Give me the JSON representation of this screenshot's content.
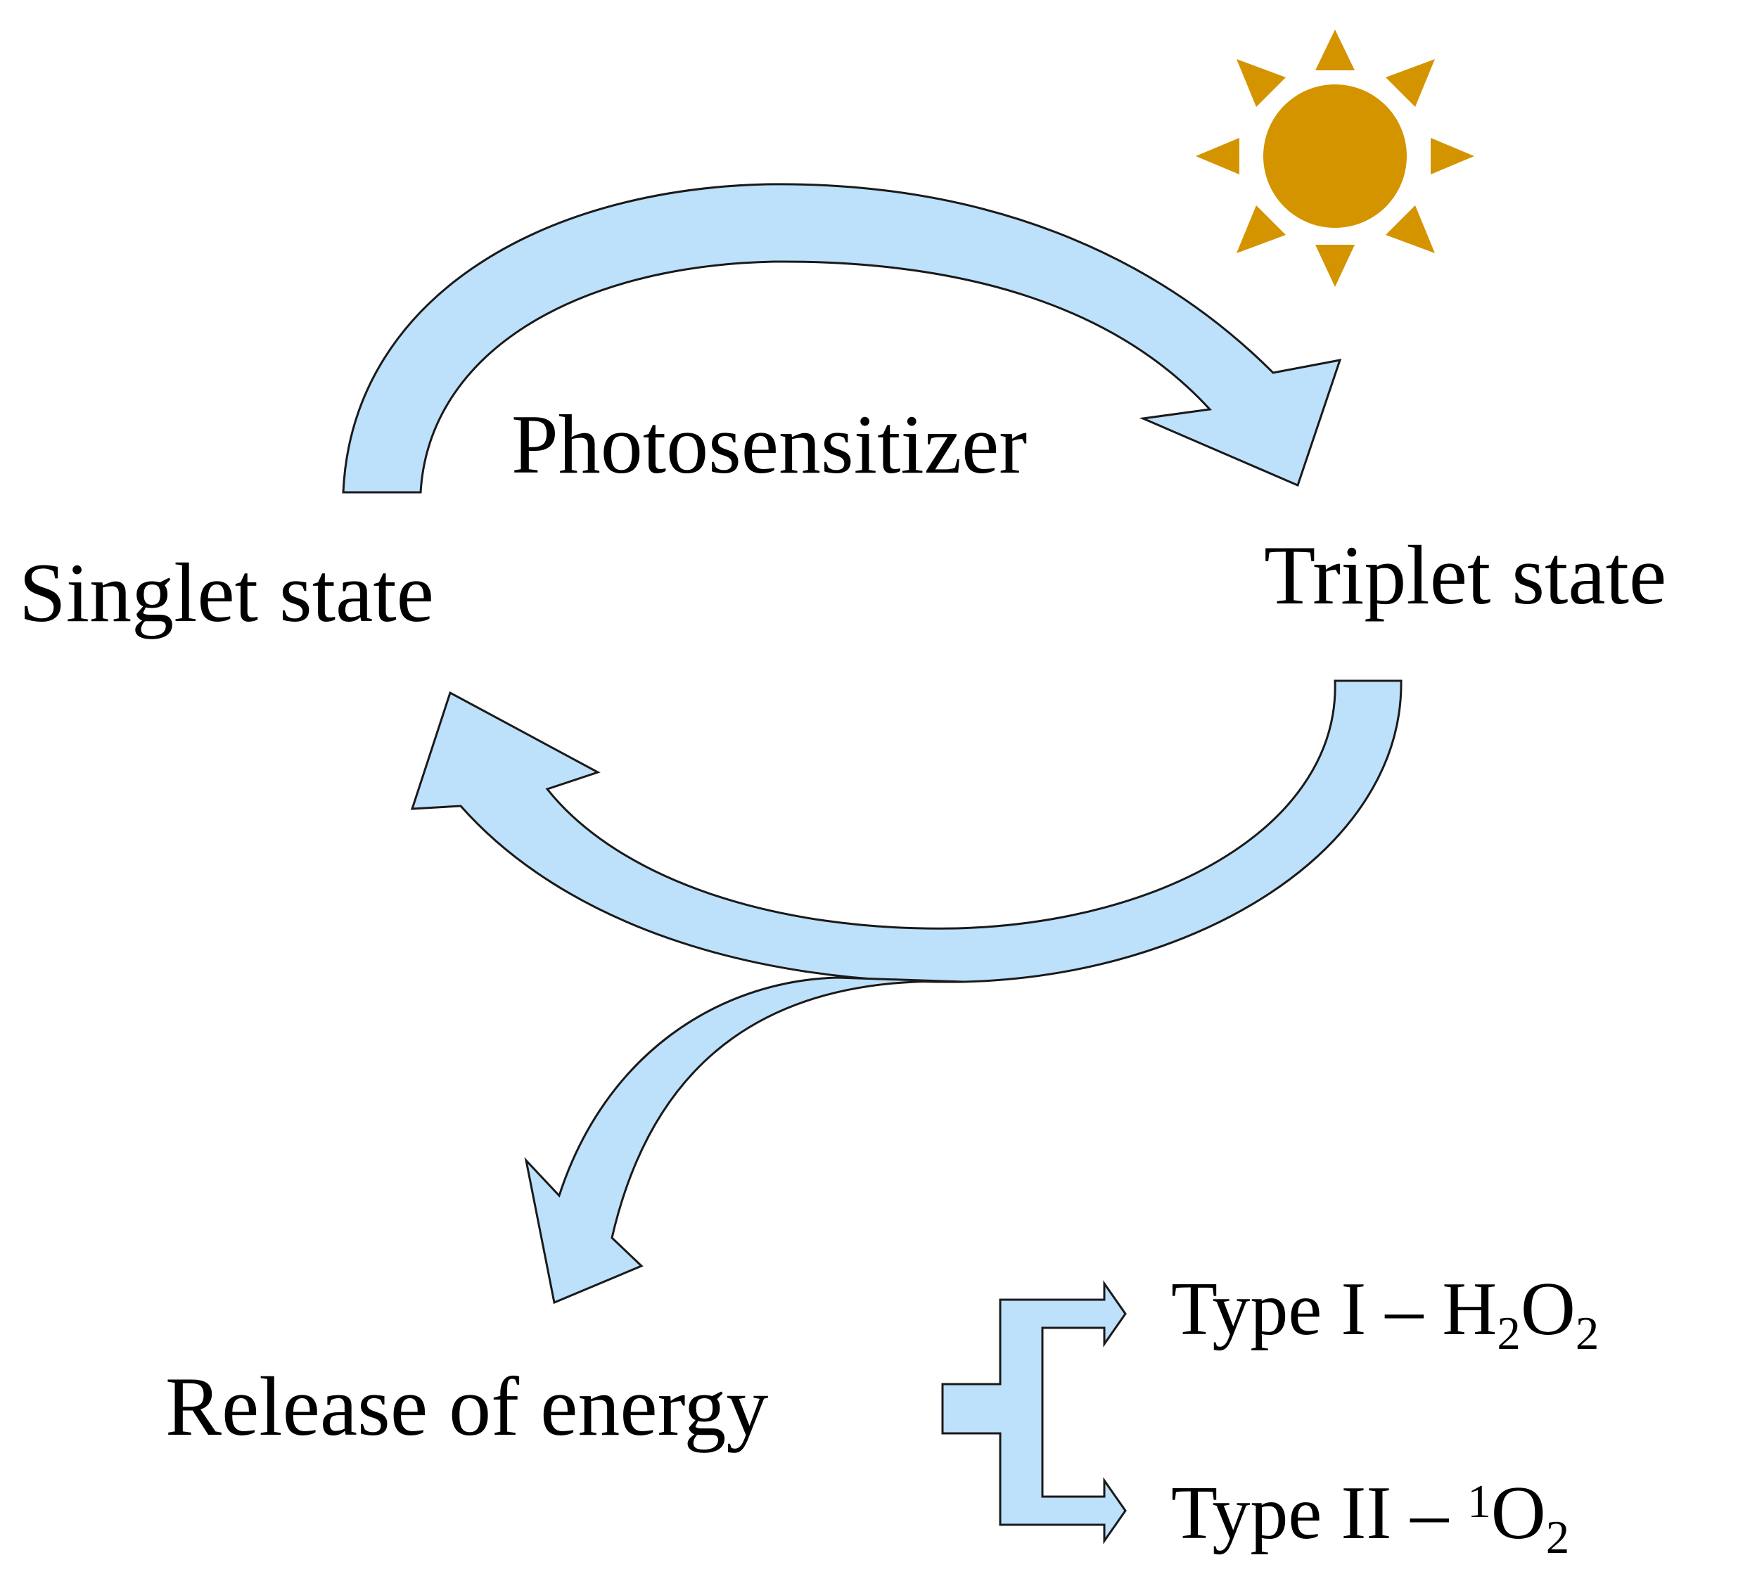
{
  "labels": {
    "photosensitizer": "Photosensitizer",
    "singlet": "Singlet state",
    "triplet": "Triplet state",
    "release": "Release of energy",
    "type1": {
      "prefix": "Type I – H",
      "sub1": "2",
      "mid": "O",
      "sub2": "2"
    },
    "type2": {
      "prefix": "Type II – ",
      "sup": "1",
      "mid": "O",
      "sub": "2"
    }
  },
  "colors": {
    "arrow_fill": "#bde0fb",
    "arrow_stroke": "#1a1a1a",
    "sun": "#d39400",
    "text": "#000000"
  },
  "icons": {
    "sun": "sun-icon"
  }
}
